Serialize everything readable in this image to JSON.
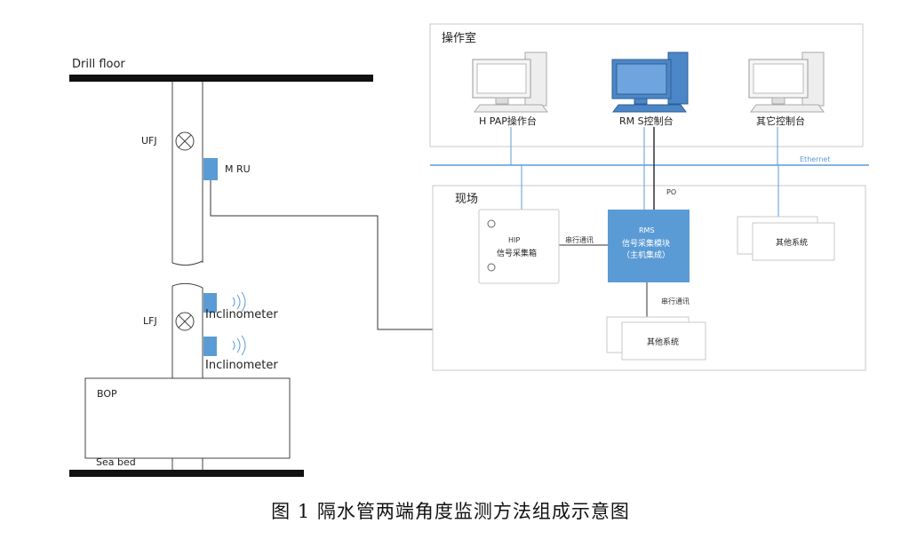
{
  "diagram": {
    "drill_floor": "Drill floor",
    "ufj": "UFJ",
    "mru": "M RU",
    "lfj": "LFJ",
    "inclinometer_1": "Inclinometer",
    "inclinometer_2": "Inclinometer",
    "bop": "BOP",
    "sea_bed": "Sea bed",
    "control_room": {
      "title": "操作室",
      "hipap_console": "H PAP操作台",
      "rms_console": "RM S控制台",
      "other_console": "其它控制台"
    },
    "ethernet": "Ethernet",
    "po": "PO",
    "field": {
      "title": "现场",
      "hipap_box_line1": "HIP",
      "hipap_box_line2": "信号采集箱",
      "rms_module_line1": "RMS",
      "rms_module_line2": "信号采集模块",
      "rms_module_line3": "（主机集成）",
      "serial_comm_1": "串行通讯",
      "serial_comm_2": "串行通讯",
      "other_system_1": "其他系统",
      "other_system_2": "其他系统"
    }
  },
  "caption": "图 1   隔水管两端角度监测方法组成示意图",
  "colors": {
    "blue_device": "#5b9bd5",
    "ethernet": "#5b9bd5",
    "line": "#333333",
    "panel_border": "#c9c9c9"
  }
}
